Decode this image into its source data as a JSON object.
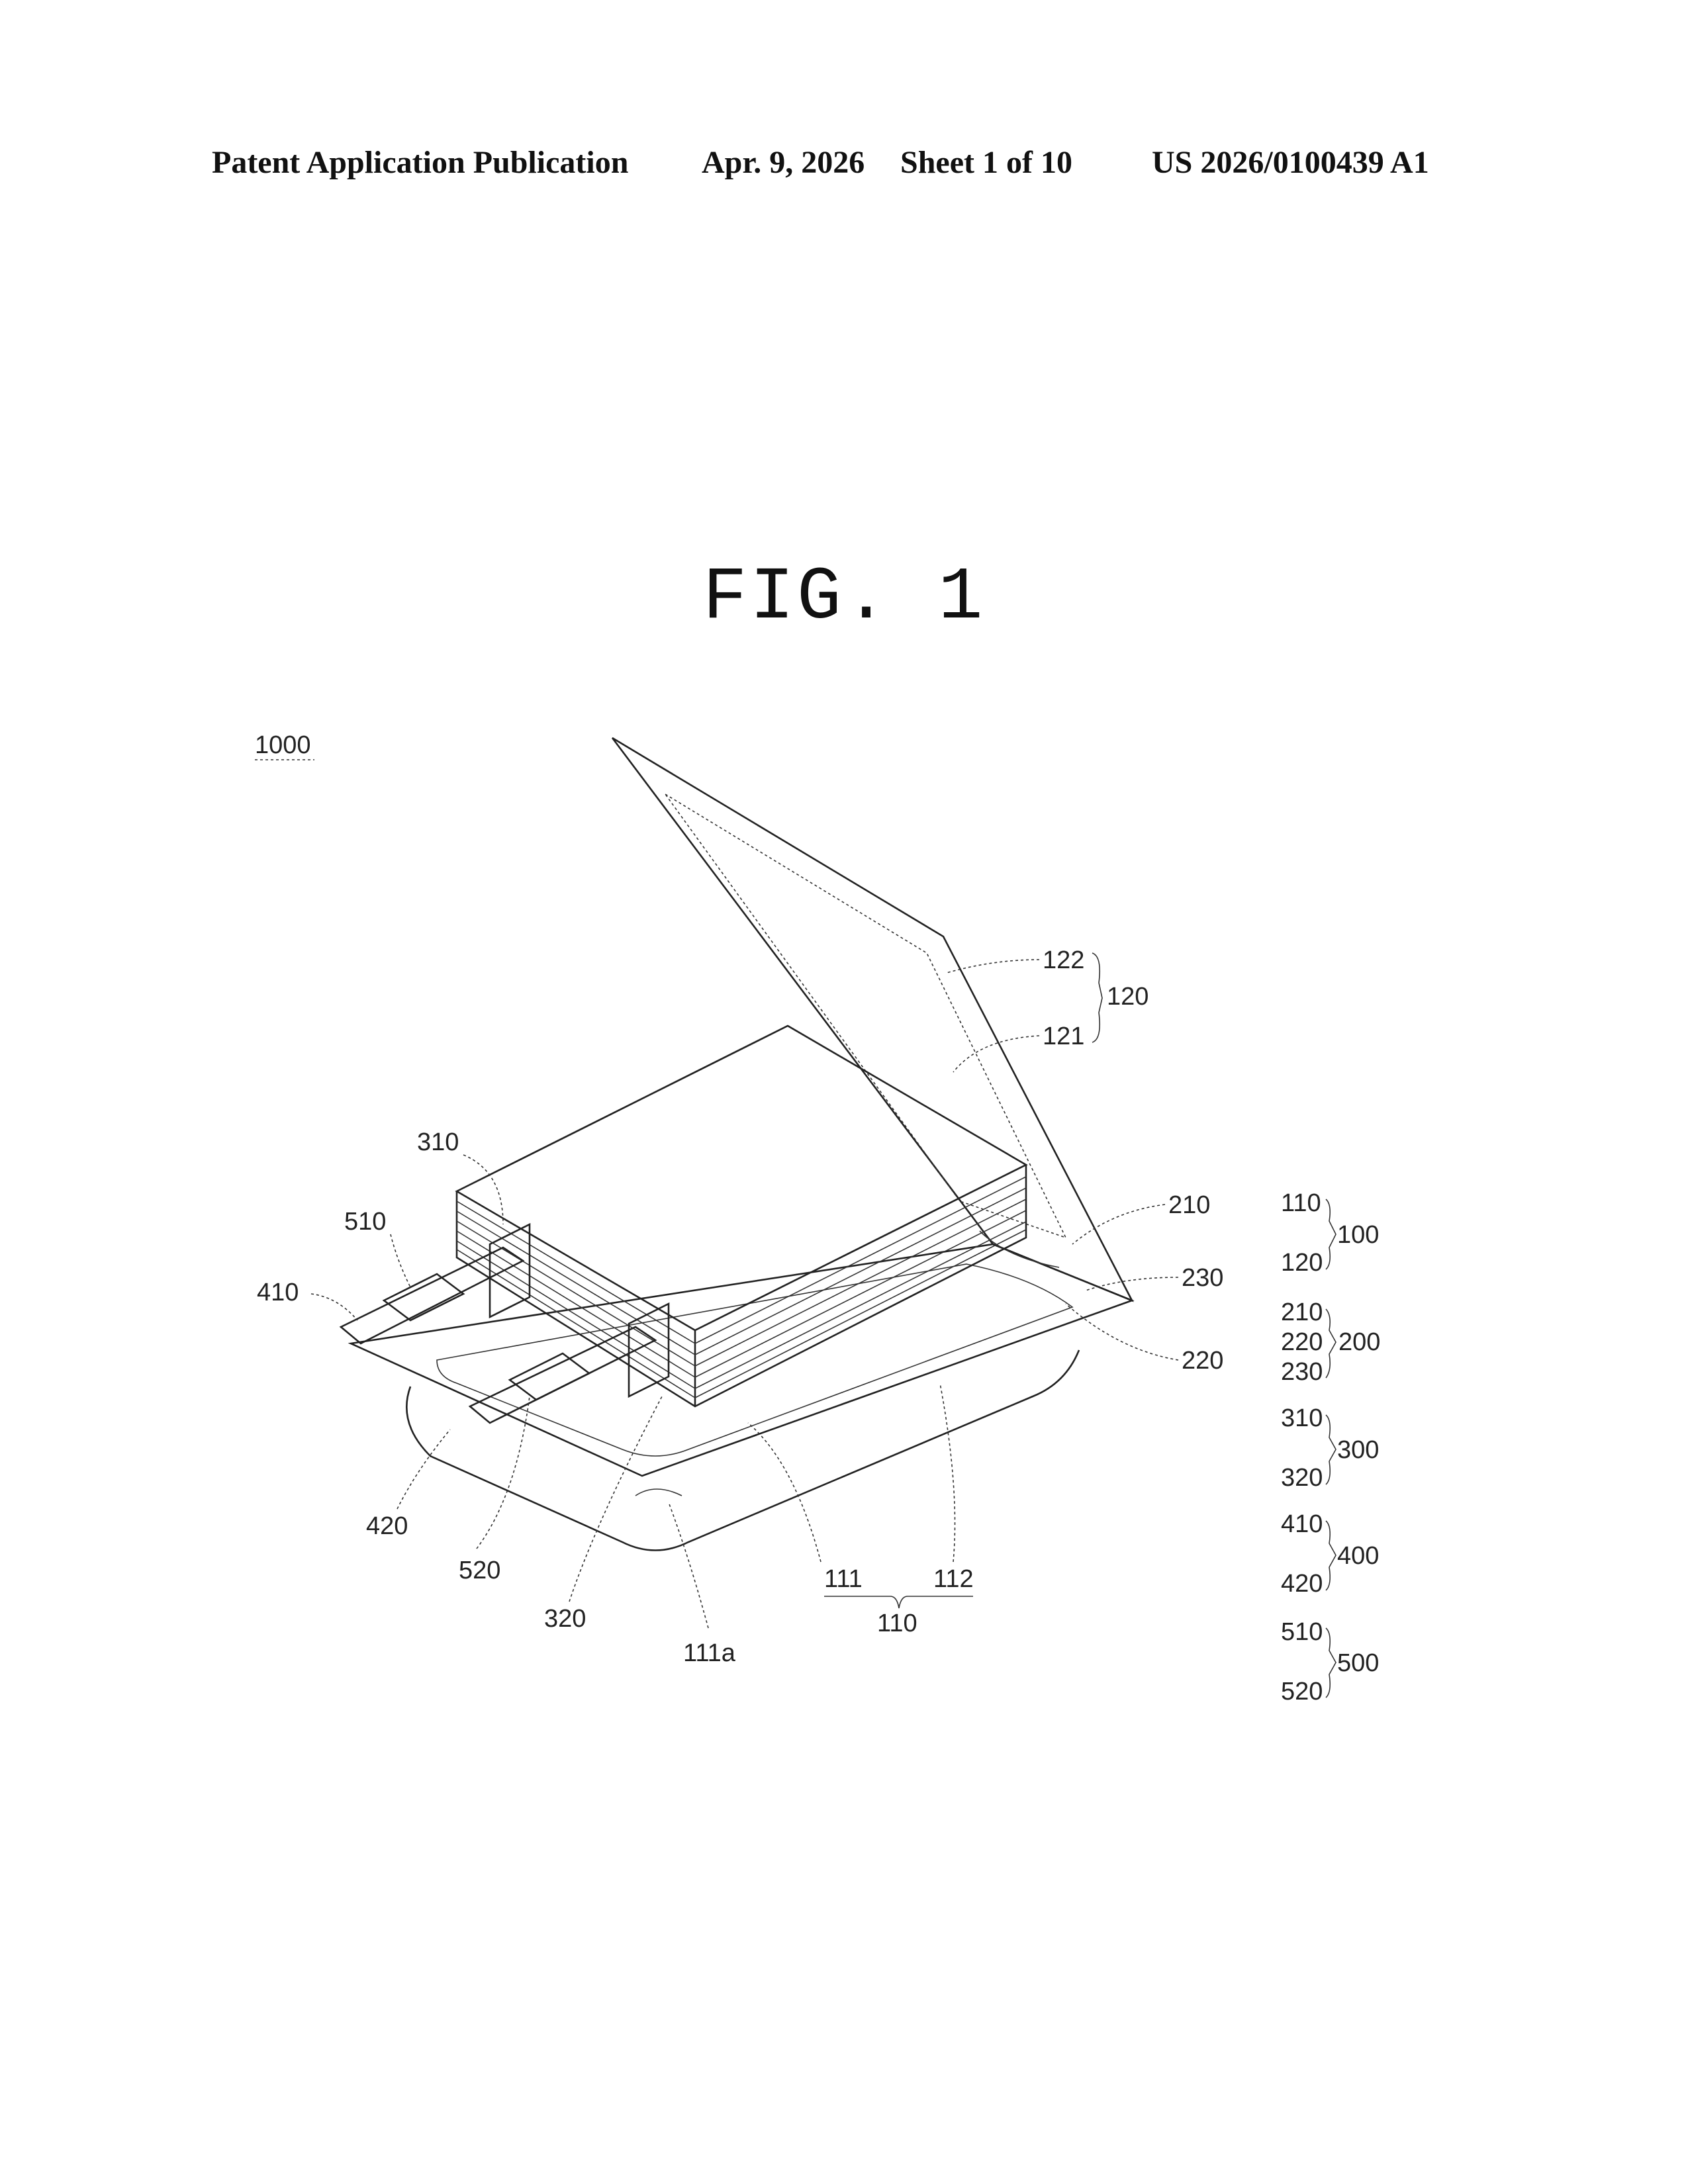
{
  "header": {
    "publication": "Patent Application Publication",
    "date": "Apr. 9, 2026",
    "sheet": "Sheet 1 of 10",
    "number": "US 2026/0100439 A1"
  },
  "figure": {
    "title": "FIG. 1",
    "ref_main": "1000",
    "labels": {
      "l122": "122",
      "l121": "121",
      "l120g": "120",
      "l310": "310",
      "l510": "510",
      "l410": "410",
      "l210": "210",
      "l230": "230",
      "l220": "220",
      "l420": "420",
      "l520": "520",
      "l320": "320",
      "l111a": "111a",
      "l111": "111",
      "l112": "112",
      "l110": "110"
    },
    "legend": [
      {
        "a": "110",
        "b": "120",
        "group": "100"
      },
      {
        "a": "210",
        "b": "220",
        "c": "230",
        "group": "200"
      },
      {
        "a": "310",
        "b": "320",
        "group": "300"
      },
      {
        "a": "410",
        "b": "420",
        "group": "400"
      },
      {
        "a": "510",
        "b": "520",
        "group": "500"
      }
    ]
  }
}
